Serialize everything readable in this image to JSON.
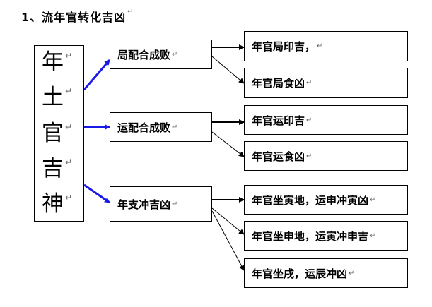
{
  "heading": "1、流年官转化吉凶",
  "para_mark": "↵",
  "root_chars": [
    "年",
    "土",
    "官",
    "吉",
    "神"
  ],
  "middle": [
    {
      "label": "局配合成败"
    },
    {
      "label": "运配合成败"
    },
    {
      "label": "年支冲吉凶"
    }
  ],
  "outcomes": [
    {
      "label": "年官局印吉，"
    },
    {
      "label": "年官局食凶"
    },
    {
      "label": "年官运印吉"
    },
    {
      "label": "年官运食凶"
    },
    {
      "label": "年官坐寅地，运申冲寅凶"
    },
    {
      "label": "年官坐申地，运寅冲申吉"
    },
    {
      "label": "年官坐戌，运辰冲凶"
    }
  ],
  "colors": {
    "blue_arrow": "#1a1ae6",
    "black_arrow": "#000000",
    "para_mark": "#666666"
  }
}
